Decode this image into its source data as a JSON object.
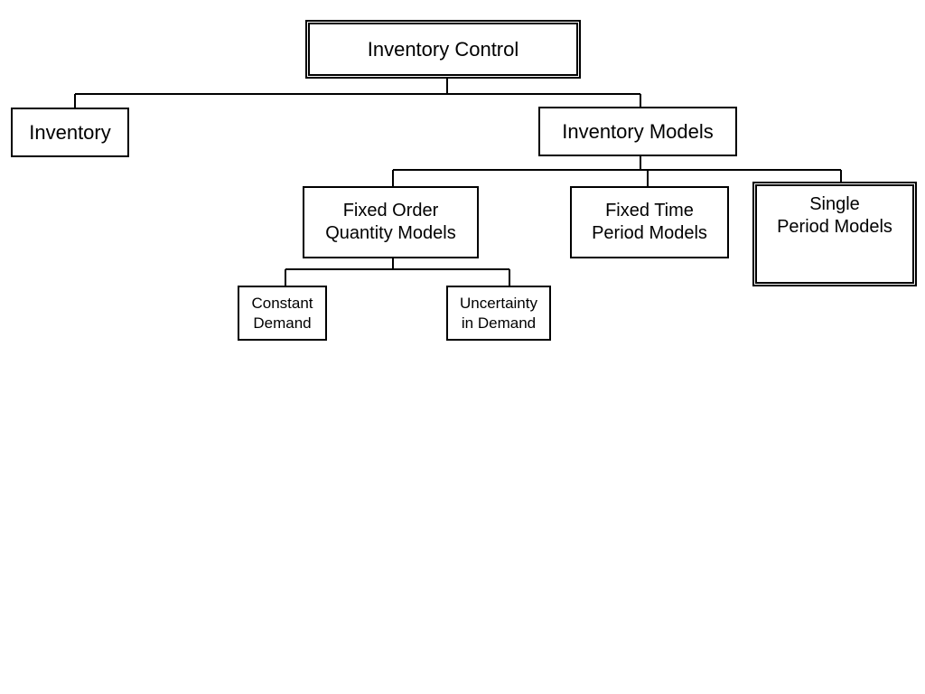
{
  "diagram": {
    "root": {
      "lines": [
        "Inventory Control"
      ]
    },
    "inventory": {
      "lines": [
        "Inventory"
      ]
    },
    "inventory_models": {
      "lines": [
        "Inventory Models"
      ]
    },
    "fixed_order_quantity_models": {
      "lines": [
        "Fixed Order",
        "Quantity Models"
      ]
    },
    "fixed_time_period_models": {
      "lines": [
        "Fixed Time",
        "Period Models"
      ]
    },
    "single_period_models": {
      "lines": [
        "Single",
        "Period Models"
      ]
    },
    "constant_demand": {
      "lines": [
        "Constant",
        "Demand"
      ]
    },
    "uncertainty_in_demand": {
      "lines": [
        "Uncertainty",
        "in Demand"
      ]
    }
  },
  "colors": {
    "line": "#000000",
    "background": "#ffffff"
  }
}
